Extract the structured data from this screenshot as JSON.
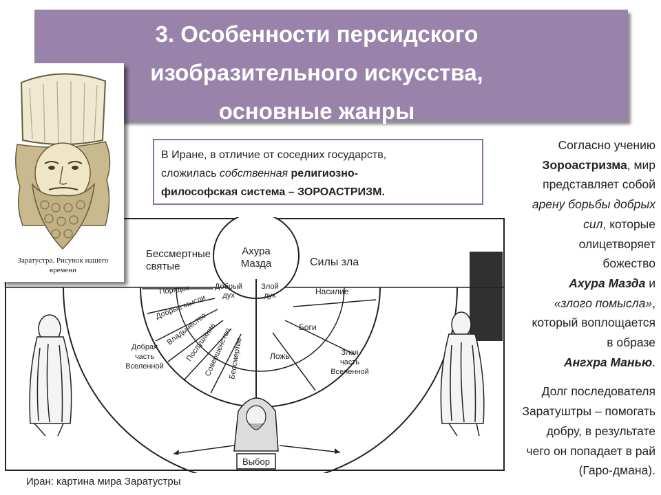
{
  "title": {
    "line1": "3. Особенности персидского",
    "line2": "изобразительного искусства,",
    "line3": "основные жанры"
  },
  "portrait": {
    "caption_line1": "Заратустра. Рисунок нашего",
    "caption_line2": "времени"
  },
  "intro": {
    "p1": "В Иране, в отличие от соседних государств,",
    "p2": "сложилась ",
    "p3": "собственная",
    "p4": " ",
    "p5": "религиозно-",
    "p6": "философская система – ЗОРОАСТРИЗМ."
  },
  "right_text": {
    "t1": "Согласно учению",
    "t2": "Зороастризма",
    "t3": ", мир",
    "t4": "представляет собой",
    "t5": "арену борьбы добрых",
    "t6": "сил",
    "t7": ", которые",
    "t8": "олицетворяет",
    "t9": "божество",
    "t10": "Ахура Мазда",
    "t11": " и",
    "t12": "«злого помысла»",
    "t13": ",",
    "t14": "который воплощается",
    "t15": "в образе",
    "t16": "Ангхра Манью",
    "t17": ".",
    "t18": "Долг последователя",
    "t19": "Заратуштры – помогать",
    "t20": "добру, в результате",
    "t21": "чего он попадает в рай",
    "t22": "(Гаро-дмана)."
  },
  "diagram": {
    "center_l1": "Ахура",
    "center_l2": "Мазда",
    "immortal_l1": "Бессмертные",
    "immortal_l2": "святые",
    "evil_forces": "Силы зла",
    "good_spirit_l1": "Добрый",
    "good_spirit_l2": "дух",
    "evil_spirit_l1": "Злой",
    "evil_spirit_l2": "дух",
    "sectors_good": [
      "Порядок",
      "Добрые мысли",
      "Владычество",
      "Послушание",
      "Совершенство",
      "Бессмертие"
    ],
    "violence": "Насилие",
    "gods": "Боги",
    "lie": "Ложь",
    "good_part_l1": "Добрая",
    "good_part_l2": "часть",
    "good_part_l3": "Вселенной",
    "evil_part_l1": "Злая",
    "evil_part_l2": "часть",
    "evil_part_l3": "Вселенной",
    "choice": "Выбор"
  },
  "bottom_caption": "Иран: картина мира Заратустры"
}
